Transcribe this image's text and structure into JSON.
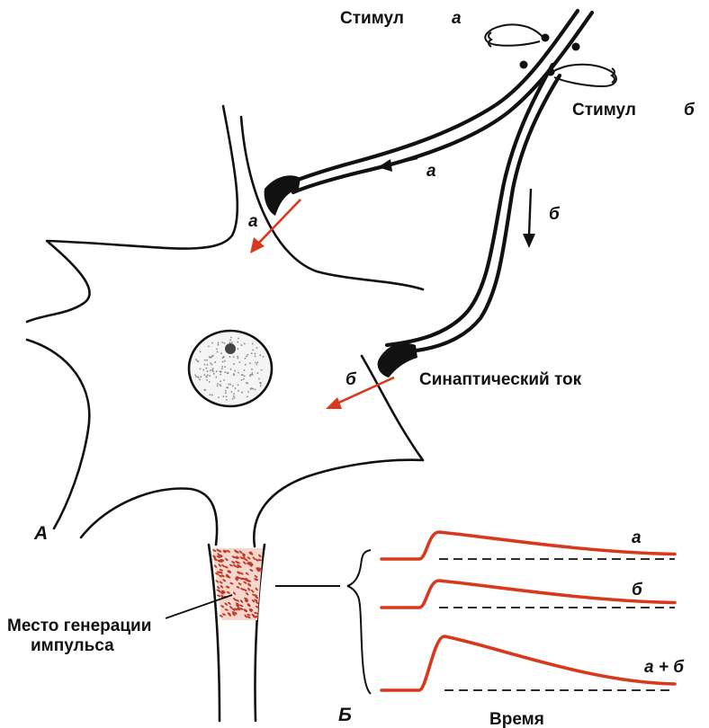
{
  "labels": {
    "stimulus_a": "Стимул",
    "stimulus_a_letter": "а",
    "stimulus_b": "Стимул",
    "stimulus_b_letter": "б",
    "path_a": "а",
    "path_b": "б",
    "current_a": "а",
    "current_b": "б",
    "synaptic_current": "Синаптический ток",
    "panel_a": "А",
    "panel_b": "Б",
    "impulse_site_line1": "Место генерации",
    "impulse_site_line2": "импульса",
    "time_axis": "Время",
    "trace_a": "а",
    "trace_b": "б",
    "trace_ab": "а + б"
  },
  "colors": {
    "current_arrows": "#d8391d",
    "potential_traces": "#d8391d",
    "impulse_zone": "#c0392b",
    "outline": "#111111"
  },
  "traces": [
    {
      "name": "а",
      "peak": 1.0
    },
    {
      "name": "б",
      "peak": 1.0
    },
    {
      "name": "а + б",
      "peak": 2.0
    }
  ]
}
